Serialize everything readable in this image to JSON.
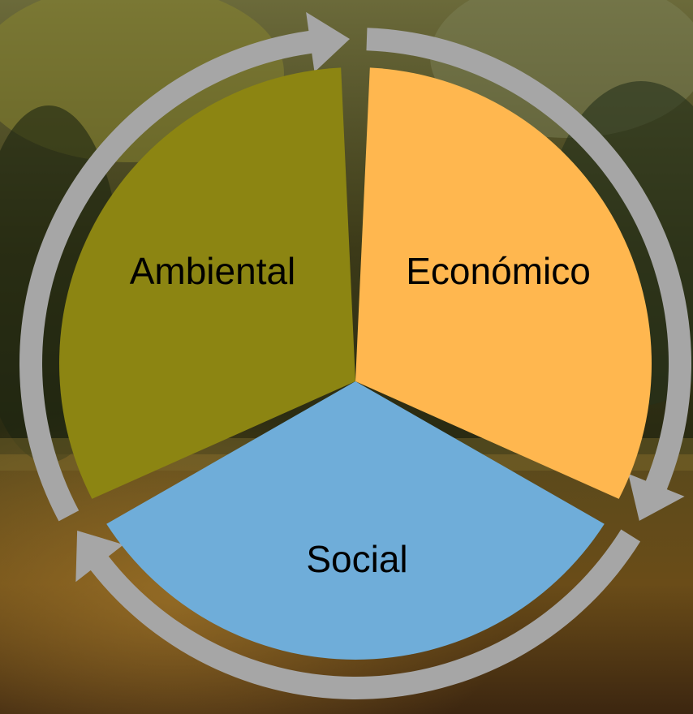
{
  "diagram": {
    "type": "cycle",
    "segments": [
      {
        "id": "ambiental",
        "label": "Ambiental",
        "color": "#8c8512"
      },
      {
        "id": "economico",
        "label": "Económico",
        "color": "#ffb74f"
      },
      {
        "id": "social",
        "label": "Social",
        "color": "#6fadd9"
      }
    ],
    "arrow_color": "#a6a6a6",
    "background": "photo of tropical palm forest and river"
  }
}
